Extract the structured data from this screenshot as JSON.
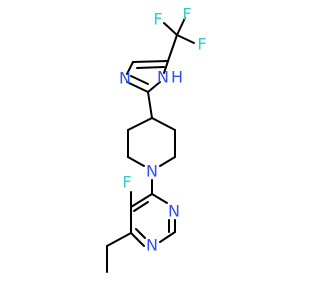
{
  "colors": {
    "background": "#ffffff",
    "bond": "#000000",
    "fluorine": "#33cccc",
    "nitrogen": "#3050f8"
  },
  "labels": {
    "f_cf3_top": "F",
    "f_cf3_left": "F",
    "f_cf3_right": "F",
    "n_imidazole": "N",
    "nh_imidazole": "N",
    "h_imidazole": "H",
    "n_piperidine": "N",
    "f_pyrimidine": "F",
    "n_pyrimidine_upper": "N",
    "n_pyrimidine_lower": "N"
  }
}
